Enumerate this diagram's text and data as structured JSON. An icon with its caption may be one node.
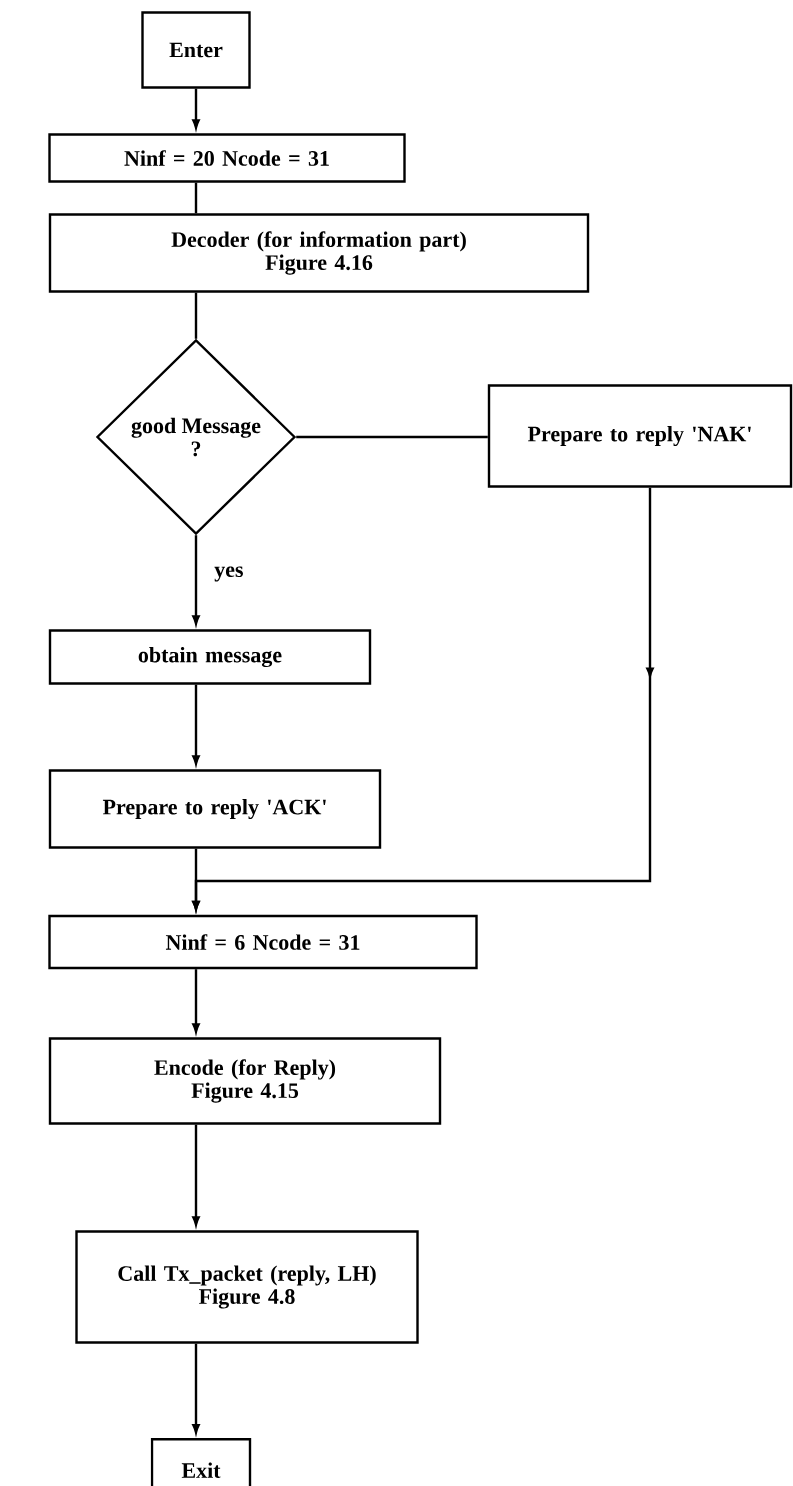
{
  "diagram": {
    "nodes": [
      {
        "text": [
          "Enter"
        ]
      },
      {
        "text": [
          "Ninf = 20   Ncode = 31"
        ]
      },
      {
        "text": [
          "Decoder (for  information part)",
          "Figure 4.16"
        ]
      },
      {
        "text": [
          "good Message ?"
        ]
      },
      {
        "text": [
          "Prepare to  reply 'NAK'"
        ]
      },
      {
        "text": [
          "obtain  message"
        ]
      },
      {
        "text": [
          "Prepare to  reply 'ACK'"
        ]
      },
      {
        "text": [
          "Ninf = 6  Ncode = 31"
        ]
      },
      {
        "text": [
          "Encode (for Reply)",
          "Figure 4.15"
        ]
      },
      {
        "text": [
          "Call Tx_packet (reply, LH)",
          "Figure 4.8"
        ]
      },
      {
        "text": [
          "Exit"
        ]
      }
    ],
    "edges": [
      {
        "from": 0,
        "to": 1,
        "arrow": "to"
      },
      {
        "from": 1,
        "to": 2,
        "arrow": "none"
      },
      {
        "from": 2,
        "to": 3,
        "arrow": "none"
      },
      {
        "from": 3,
        "to": 4,
        "arrow": "none"
      },
      {
        "from": 3,
        "to": 5,
        "arrow": "to",
        "label": "yes"
      },
      {
        "from": 4,
        "to": 7,
        "arrow": "to"
      },
      {
        "from": 5,
        "to": 6,
        "arrow": "to"
      },
      {
        "from": 6,
        "to": 7,
        "arrow": "to"
      },
      {
        "from": 7,
        "to": 8,
        "arrow": "to"
      },
      {
        "from": 8,
        "to": 9,
        "arrow": "to"
      },
      {
        "from": 9,
        "to": 10,
        "arrow": "to"
      }
    ]
  }
}
